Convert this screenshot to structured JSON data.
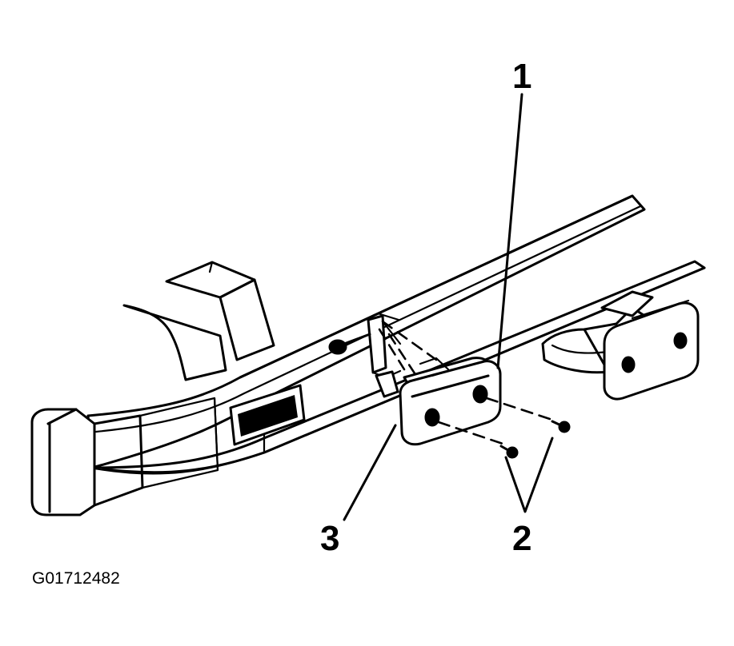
{
  "callouts": {
    "lamp": "1",
    "screws": "2",
    "connector": "3"
  },
  "figure_id": "G01712482",
  "colors": {
    "ink": "#000000",
    "paper": "#ffffff"
  }
}
